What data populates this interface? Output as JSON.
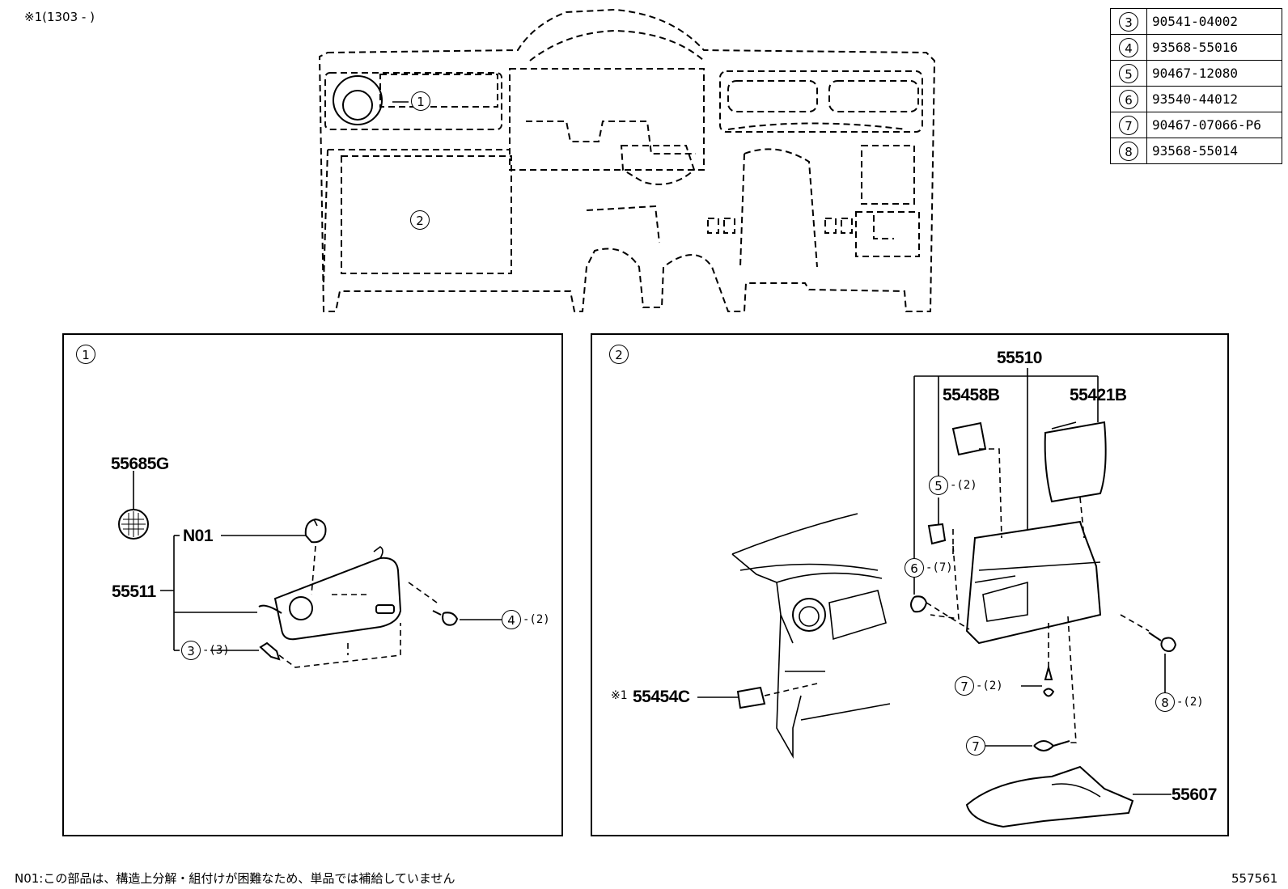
{
  "header_note": "※1(1303 -    )",
  "parts_table": [
    {
      "num": "3",
      "part": "90541-04002"
    },
    {
      "num": "4",
      "part": "93568-55016"
    },
    {
      "num": "5",
      "part": "90467-12080"
    },
    {
      "num": "6",
      "part": "93540-44012"
    },
    {
      "num": "7",
      "part": "90467-07066-P6"
    },
    {
      "num": "8",
      "part": "93568-55014"
    }
  ],
  "overview": {
    "callout_1": "1",
    "callout_2": "2"
  },
  "panel1": {
    "title": "1",
    "p55685G": "55685G",
    "N01": "N01",
    "p55511": "55511",
    "c3": "3",
    "q3": "-(3)",
    "c4": "4",
    "q4": "-(2)"
  },
  "panel2": {
    "title": "2",
    "p55510": "55510",
    "p55458B": "55458B",
    "p55421B": "55421B",
    "c5": "5",
    "q5": "-(2)",
    "c6": "6",
    "q6": "-(7)",
    "c7a": "7",
    "q7a": "-(2)",
    "c7b": "7",
    "c8": "8",
    "q8": "-(2)",
    "mark55454C": "※1",
    "p55454C": "55454C",
    "p55607": "55607"
  },
  "footer_note": "N01:この部品は、構造上分解・組付けが困難なため、単品では補給していません",
  "diagram_id": "557561"
}
